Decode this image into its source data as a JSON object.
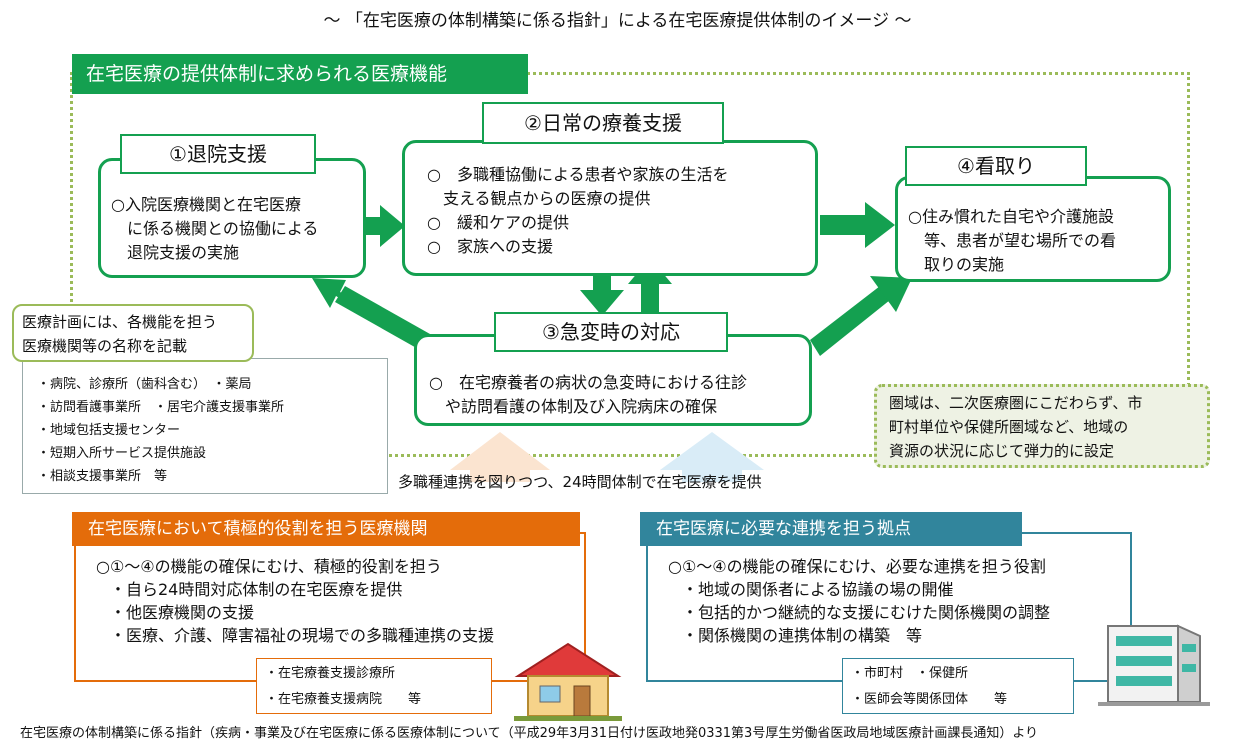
{
  "title": "～ 「在宅医療の体制構築に係る指針」による在宅医療提供体制のイメージ ～",
  "frame_header": "在宅医療の提供体制に求められる医療機能",
  "boxes": {
    "discharge": {
      "label": "①退院支援",
      "lines": [
        "○入院医療機関と在宅医療",
        "　に係る機関との協働による",
        "　退院支援の実施"
      ]
    },
    "daily": {
      "label": "②日常の療養支援",
      "lines": [
        "○　多職種協働による患者や家族の生活を",
        "　支える観点からの医療の提供",
        "○　緩和ケアの提供",
        "○　家族への支援"
      ]
    },
    "endoflife": {
      "label": "④看取り",
      "lines": [
        "○住み慣れた自宅や介護施設",
        "　等、患者が望む場所での看",
        "　取りの実施"
      ]
    },
    "emergency": {
      "label": "③急変時の対応",
      "lines": [
        "○　在宅療養者の病状の急変時における往診",
        "　や訪問看護の体制及び入院病床の確保"
      ]
    }
  },
  "plan_callout": [
    "医療計画には、各機能を担う",
    "医療機関等の名称を記載"
  ],
  "facility_list": [
    "・病院、診療所（歯科含む）　・薬局",
    "・訪問看護事業所　・居宅介護支援事業所",
    "・地域包括支援センター",
    "・短期入所サービス提供施設",
    "・相談支援事業所　等"
  ],
  "area_callout": [
    "圏域は、二次医療圏にこだわらず、市",
    "町村単位や保健所圏域など、地域の",
    "資源の状況に応じて弾力的に設定"
  ],
  "collab_text": "多職種連携を図りつつ、24時間体制で在宅医療を提供",
  "left_panel": {
    "header": "在宅医療において積極的役割を担う医療機関",
    "lines": [
      "○①～④の機能の確保にむけ、積極的役割を担う",
      "・自ら24時間対応体制の在宅医療を提供",
      "・他医療機関の支援",
      "・医療、介護、障害福祉の現場での多職種連携の支援"
    ],
    "sub": [
      "・在宅療養支援診療所",
      "・在宅療養支援病院　　等"
    ]
  },
  "right_panel": {
    "header": "在宅医療に必要な連携を担う拠点",
    "lines": [
      "○①～④の機能の確保にむけ、必要な連携を担う役割",
      "・地域の関係者による協議の場の開催",
      "・包括的かつ継続的な支援にむけた関係機関の調整",
      "・関係機関の連携体制の構築　等"
    ],
    "sub": [
      "・市町村　・保健所",
      "・医師会等関係団体　　等"
    ]
  },
  "footer": "在宅医療の体制構築に係る指針（疾病・事業及び在宅医療に係る医療体制について（平成29年3月31日付け医政地発0331第3号厚生労働省医政局地域医療計画課長通知）より",
  "colors": {
    "green": "#14a050",
    "light_green": "#9bbb59",
    "orange": "#e46c0a",
    "teal": "#31859c"
  },
  "icons": [
    "house-icon",
    "building-icon"
  ]
}
